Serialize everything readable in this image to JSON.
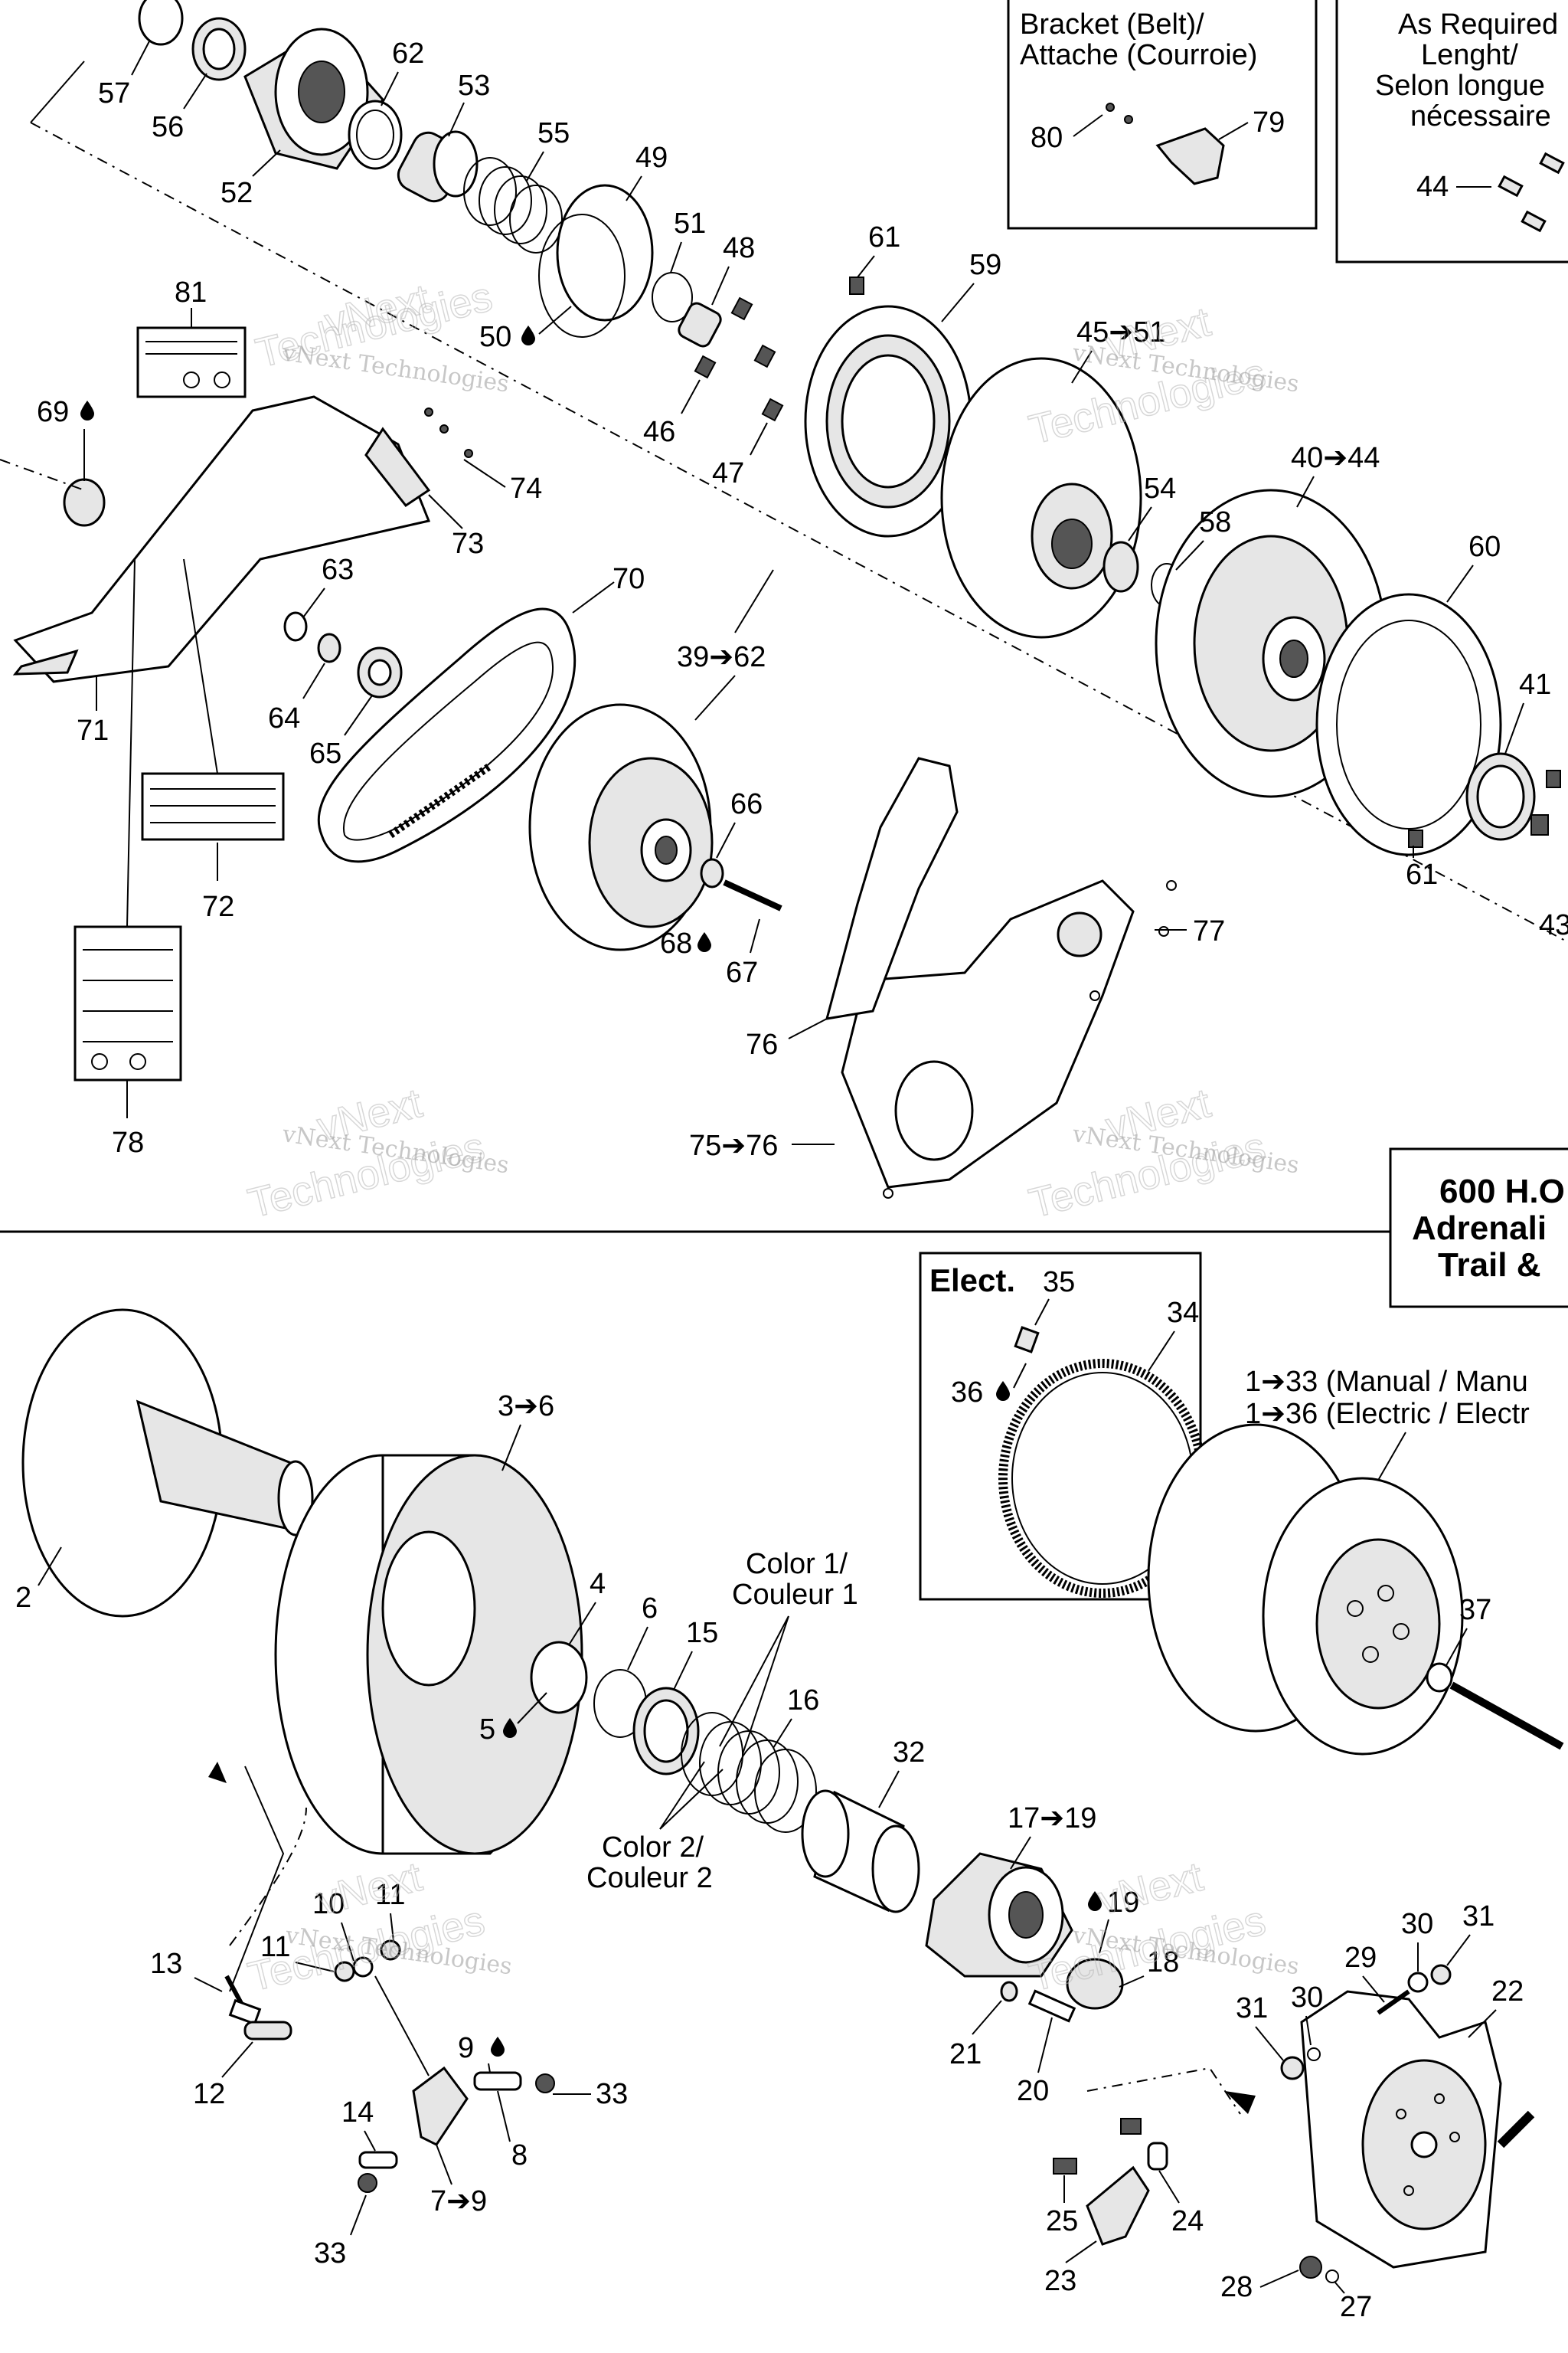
{
  "upper_section": {
    "bracket_box": {
      "line1": "Bracket (Belt)/",
      "line2": "Attache (Courroie)",
      "parts": [
        "80",
        "79"
      ]
    },
    "as_required_box": {
      "line1": "As Required",
      "line2": "Lenght/",
      "line3": "Selon longue",
      "line4": "nécessaire",
      "parts": [
        "44"
      ]
    },
    "callouts": [
      "57",
      "56",
      "62",
      "53",
      "55",
      "49",
      "52",
      "51",
      "48",
      "50",
      "61",
      "59",
      "45➔51",
      "46",
      "47",
      "81",
      "69",
      "74",
      "73",
      "54",
      "40➔44",
      "58",
      "60",
      "63",
      "70",
      "39➔62",
      "64",
      "65",
      "71",
      "41",
      "66",
      "72",
      "68",
      "67",
      "61",
      "77",
      "43",
      "76",
      "78",
      "75➔76"
    ]
  },
  "title_box": {
    "line1": "600 H.O",
    "line2": "Adrenali",
    "line3": "Trail &"
  },
  "lower_section": {
    "elect_box": {
      "label": "Elect.",
      "parts": [
        "35",
        "34",
        "36"
      ]
    },
    "assembly_note": {
      "line1": "1➔33 (Manual / Manu",
      "line2": "1➔36 (Electric / Electr"
    },
    "color1": {
      "line1": "Color 1/",
      "line2": "Couleur 1"
    },
    "color2": {
      "line1": "Color 2/",
      "line2": "Couleur 2"
    },
    "callouts": [
      "2",
      "3➔6",
      "4",
      "6",
      "15",
      "16",
      "5",
      "32",
      "37",
      "17➔19",
      "19",
      "18",
      "10",
      "11",
      "11",
      "13",
      "12",
      "9",
      "33",
      "14",
      "8",
      "7➔9",
      "33",
      "21",
      "20",
      "30",
      "31",
      "29",
      "22",
      "31",
      "30",
      "25",
      "24",
      "23",
      "28",
      "27"
    ]
  },
  "watermark": {
    "small": "vNext Technologies",
    "large_a": "vNext",
    "large_b": "Technologies"
  },
  "icons": {
    "lubricant": "drop-icon"
  }
}
